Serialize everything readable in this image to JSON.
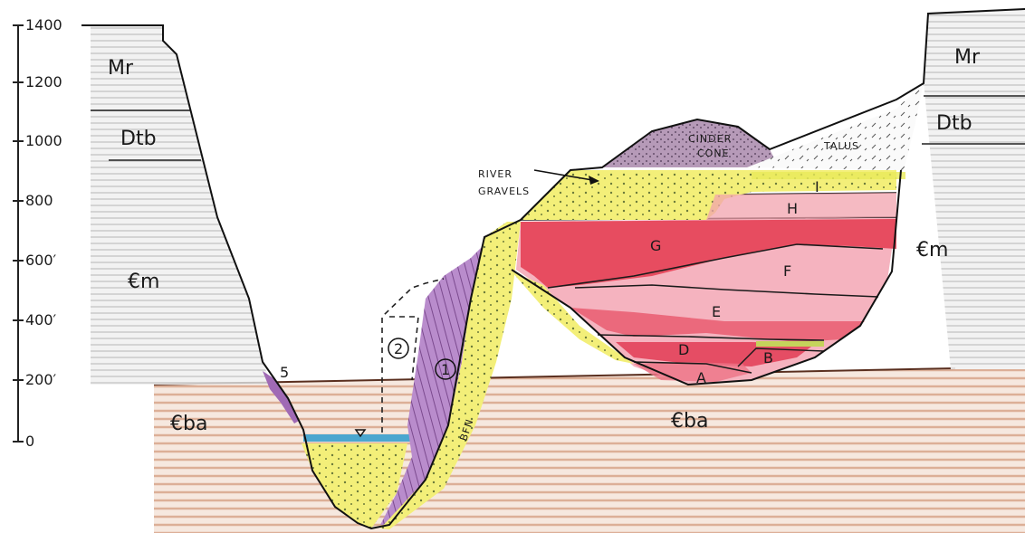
{
  "axis": {
    "ticks": [
      "1400",
      "1200",
      "1000",
      "800",
      "600′",
      "400′",
      "200′",
      "0"
    ]
  },
  "units": {
    "mr": "Mr",
    "dtb": "Dtb",
    "em": "€m",
    "eba": "€ba"
  },
  "canyon_fill": {
    "label_5": "5",
    "label_1": "1",
    "label_2": "2",
    "label_bfn": "BFN"
  },
  "deposits": {
    "river_gravels": [
      "RIVER",
      "GRAVELS"
    ],
    "cinder_cone": [
      "CINDER",
      "CONE"
    ],
    "talus": "TALUS",
    "layers": [
      "I",
      "H",
      "G",
      "F",
      "E",
      "D",
      "B",
      "A"
    ]
  },
  "colors": {
    "red_layer": "#e43a4f",
    "pink_layer": "#f4a8b4",
    "yellow_gravel": "#f1ee6c",
    "purple_basalt": "#b78ac9",
    "brown_base": "#c98a6a",
    "gray_rock": "#c9c9c9",
    "water": "#4aa6cf"
  }
}
